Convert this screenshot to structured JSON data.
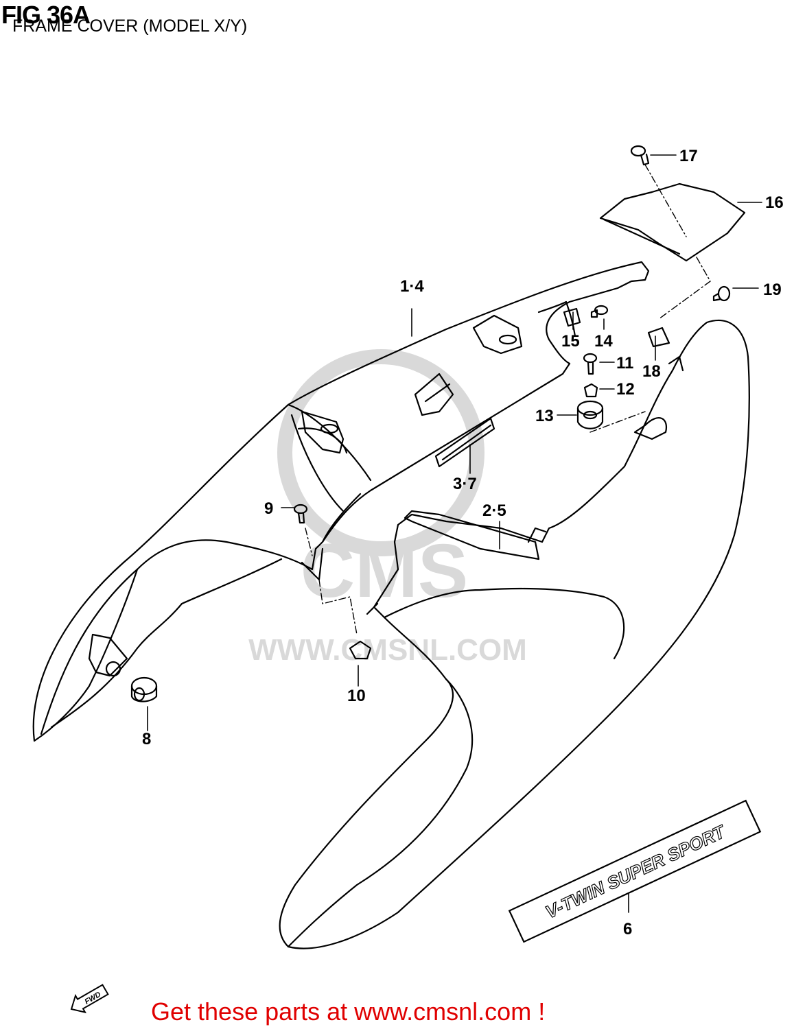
{
  "figure": {
    "title": "FIG 36A",
    "subtitle": "FRAME COVER (MODEL X/Y)"
  },
  "callouts": {
    "p1_4": "1·4",
    "p2_5": "2·5",
    "p3_7": "3·7",
    "p6": "6",
    "p8": "8",
    "p9": "9",
    "p10": "10",
    "p11": "11",
    "p12": "12",
    "p13": "13",
    "p14": "14",
    "p15": "15",
    "p16": "16",
    "p17": "17",
    "p18": "18",
    "p19": "19"
  },
  "emblem_text": "V-TWIN SUPER SPORT",
  "watermark": {
    "logo": "CMS",
    "url": "WWW.CMSNL.COM"
  },
  "direction_badge": "FWD",
  "footer_link": "Get these parts at www.cmsnl.com !",
  "colors": {
    "line": "#000000",
    "watermark": "#d9d9d9",
    "footer": "#e00000"
  }
}
